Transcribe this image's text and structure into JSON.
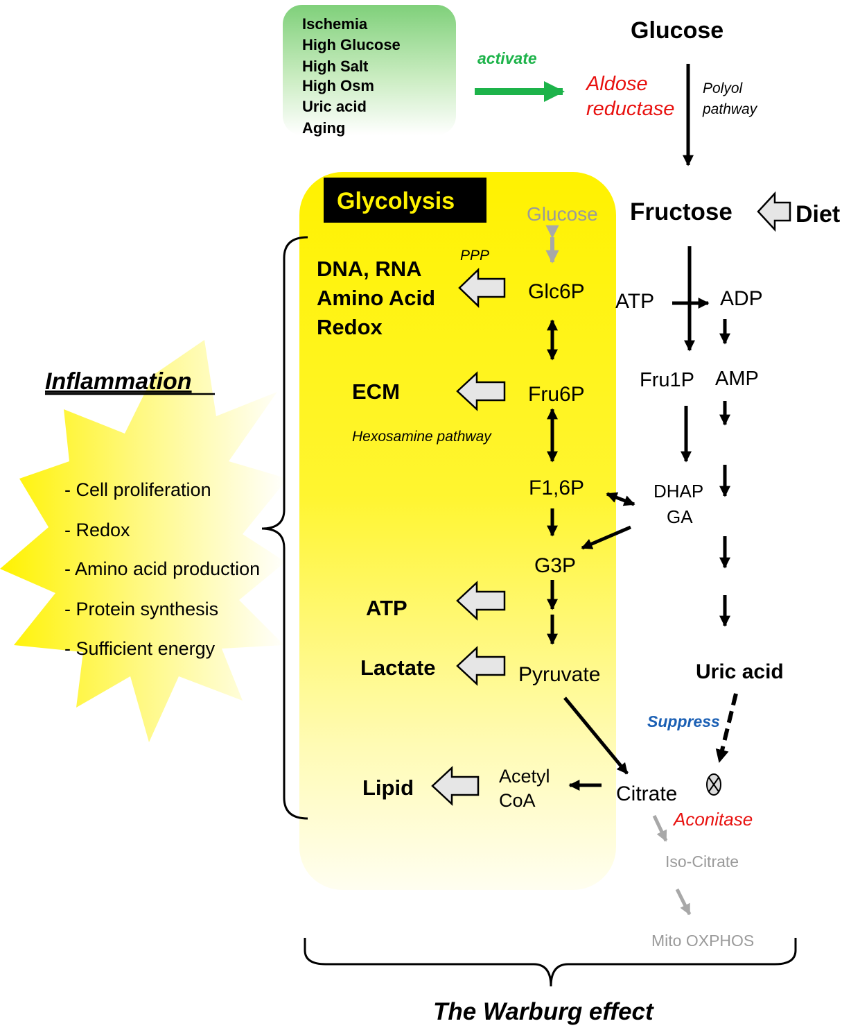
{
  "colors": {
    "red": "#e8110f",
    "green": "#1db34a",
    "blue": "#1a5fb4",
    "gray": "#9a9a9a",
    "yellow": "#fff200"
  },
  "stressors": [
    "Ischemia",
    "High Glucose",
    "High Salt",
    "High Osm",
    "Uric acid",
    "Aging"
  ],
  "activate": "activate",
  "aldose": [
    "Aldose",
    "reductase"
  ],
  "glucose_top": "Glucose",
  "polyol": [
    "Polyol",
    "pathway"
  ],
  "fructose": "Fructose",
  "diet": "Diet",
  "glycolysis": {
    "title": "Glycolysis",
    "glucose": "Glucose",
    "glc6p": "Glc6P",
    "fru6p": "Fru6P",
    "f16p": "F1,6P",
    "g3p": "G3P",
    "pyruvate": "Pyruvate",
    "acetyl": [
      "Acetyl",
      "CoA"
    ],
    "ppp": "PPP",
    "outputs1": [
      "DNA, RNA",
      "Amino Acid",
      "Redox"
    ],
    "ecm": "ECM",
    "hexosamine": "Hexosamine pathway",
    "atp": "ATP",
    "lactate": "Lactate",
    "lipid": "Lipid"
  },
  "fructo": {
    "atp": "ATP",
    "adp": "ADP",
    "fru1p": "Fru1P",
    "amp": "AMP",
    "dhap": "DHAP",
    "ga": "GA",
    "uric": "Uric acid",
    "suppress": "Suppress",
    "citrate": "Citrate",
    "aconitase": "Aconitase",
    "isocitrate": "Iso-Citrate",
    "oxphos": "Mito OXPHOS"
  },
  "inflammation": {
    "title": "Inflammation",
    "items": [
      "- Cell proliferation",
      "- Redox",
      "- Amino acid production",
      "- Protein synthesis",
      "- Sufficient energy"
    ]
  },
  "warburg": "The Warburg effect"
}
